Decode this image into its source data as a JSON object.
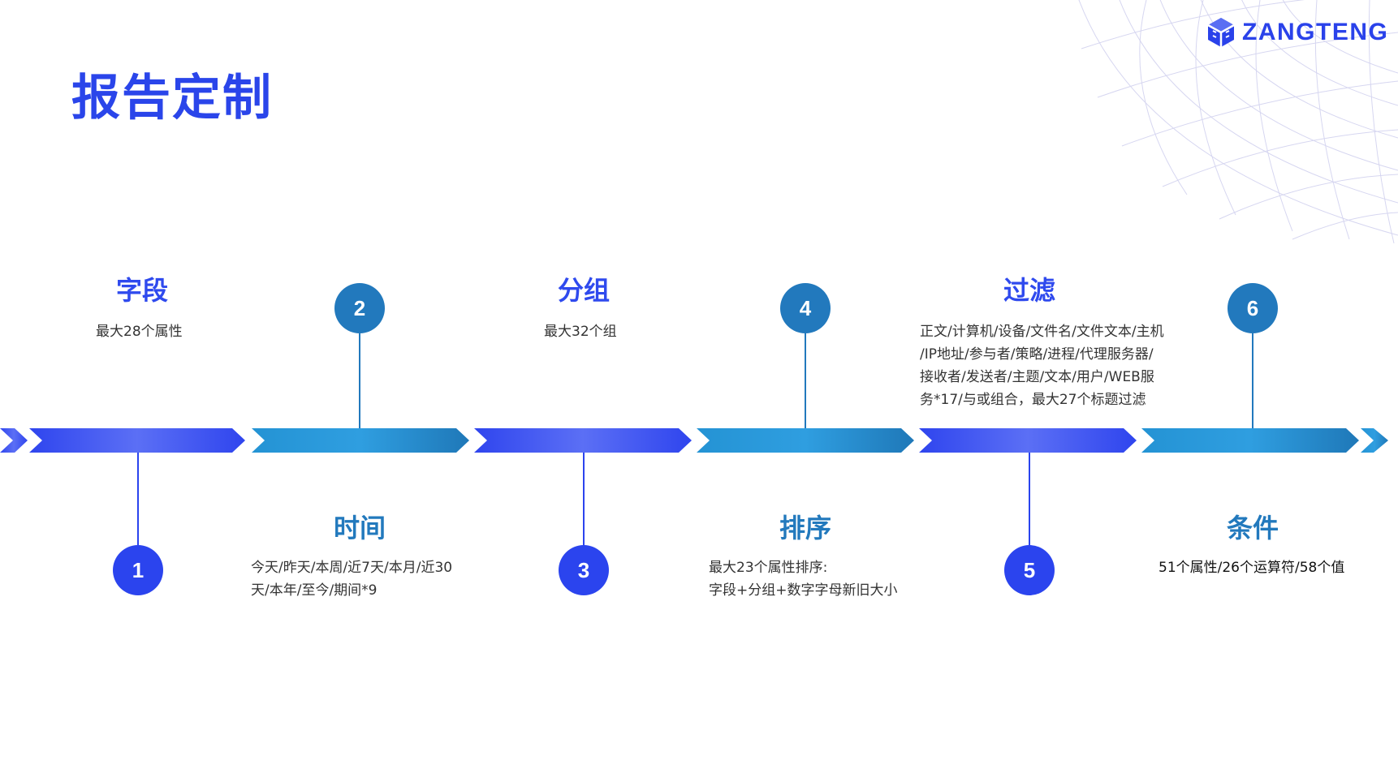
{
  "brand": {
    "name": "ZANGTENG"
  },
  "page": {
    "title": "报告定制"
  },
  "colors": {
    "blue": "#2b44ee",
    "teal": "#2279bd",
    "text": "#333333"
  },
  "steps": [
    {
      "number": "1",
      "title": "字段",
      "desc": [
        "最大28个属性"
      ]
    },
    {
      "number": "2",
      "title": "时间",
      "desc": [
        "今天/昨天/本周/近7天/本月/近30",
        "天/本年/至今/期间*9"
      ]
    },
    {
      "number": "3",
      "title": "分组",
      "desc": [
        "最大32个组"
      ]
    },
    {
      "number": "4",
      "title": "排序",
      "desc": [
        "最大23个属性排序:",
        "字段+分组+数字字母新旧大小"
      ]
    },
    {
      "number": "5",
      "title": "过滤",
      "desc": [
        "正文/计算机/设备/文件名/文件文本/主机",
        "/IP地址/参与者/策略/进程/代理服务器/",
        "接收者/发送者/主题/文本/用户/WEB服",
        "务*17/与或组合，最大27个标题过滤"
      ]
    },
    {
      "number": "6",
      "title": "条件",
      "desc": [
        "51个属性/26个运算符/58个值"
      ]
    }
  ]
}
